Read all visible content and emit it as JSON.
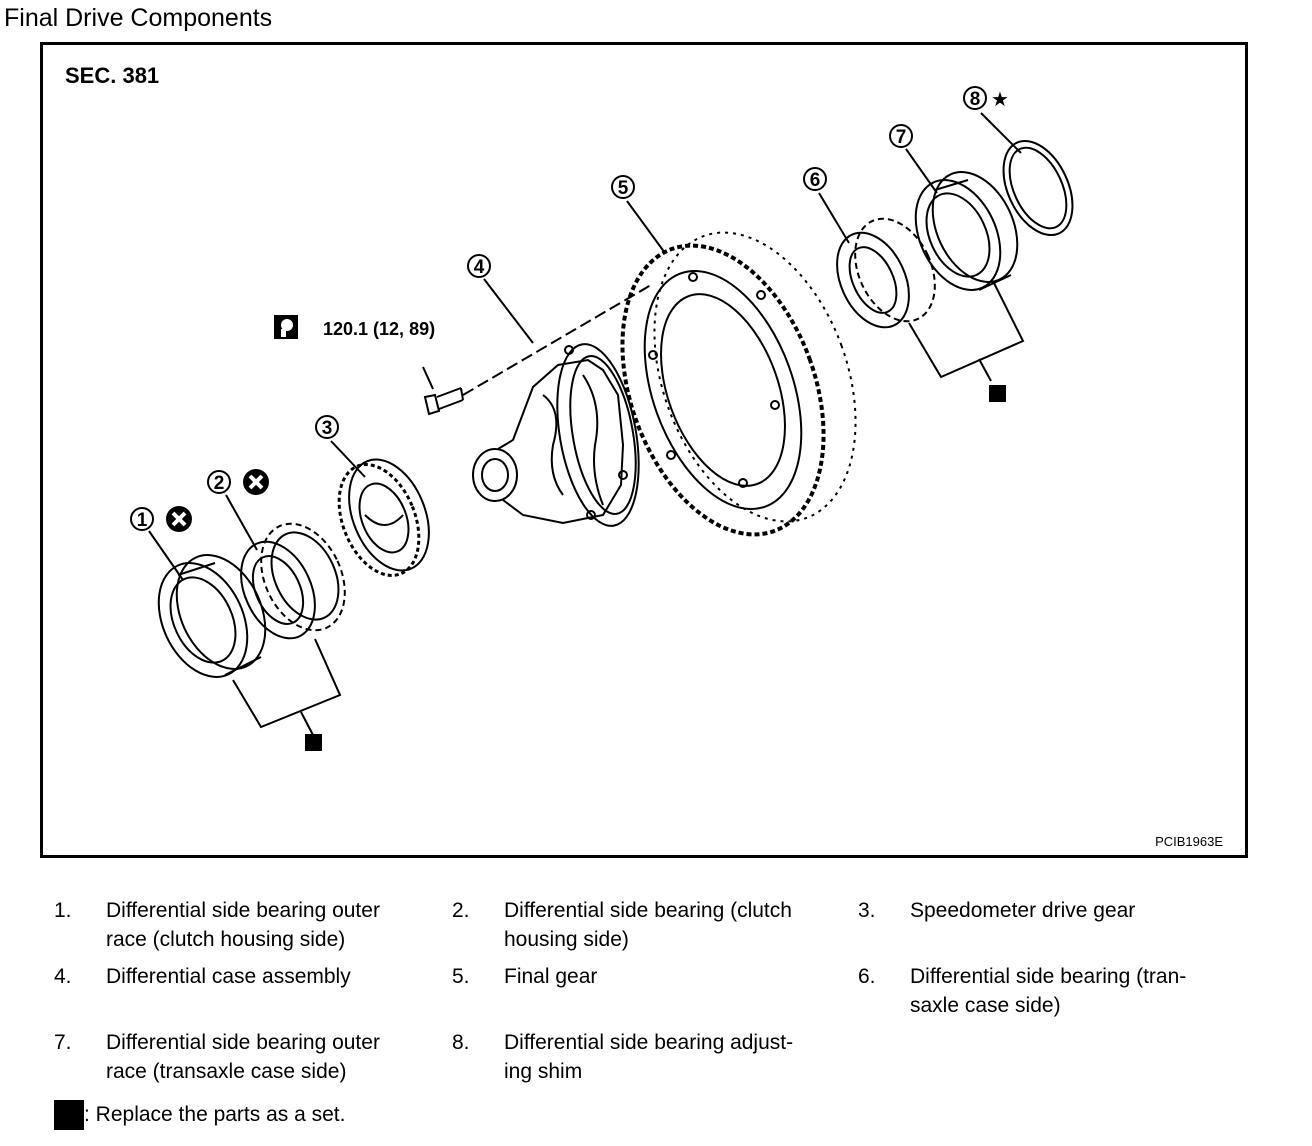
{
  "title": "Final Drive Components",
  "figure": {
    "section": "SEC. 381",
    "code": "PCIB1963E",
    "torque": "120.1 (12, 89)",
    "callouts": [
      "1",
      "2",
      "3",
      "4",
      "5",
      "6",
      "7",
      "8"
    ],
    "symbols": {
      "do_not_reuse": "x-circle-icon",
      "replace_as_set": "black-square-icon",
      "selective_part": "star-icon",
      "tightening_torque": "torque-wrench-icon"
    }
  },
  "legend": [
    {
      "num": "1.",
      "text": [
        "Differential side bearing outer",
        "race (clutch housing side)"
      ]
    },
    {
      "num": "2.",
      "text": [
        "Differential side bearing (clutch",
        "housing side)"
      ]
    },
    {
      "num": "3.",
      "text": [
        "Speedometer drive gear"
      ]
    },
    {
      "num": "4.",
      "text": [
        "Differential case assembly"
      ]
    },
    {
      "num": "5.",
      "text": [
        "Final gear"
      ]
    },
    {
      "num": "6.",
      "text": [
        "Differential side bearing (tran-",
        "saxle case side)"
      ]
    },
    {
      "num": "7.",
      "text": [
        "Differential side bearing outer",
        "race (transaxle case side)"
      ]
    },
    {
      "num": "8.",
      "text": [
        "Differential side bearing adjust-",
        "ing shim"
      ]
    }
  ],
  "set_note": ": Replace the parts as a set."
}
